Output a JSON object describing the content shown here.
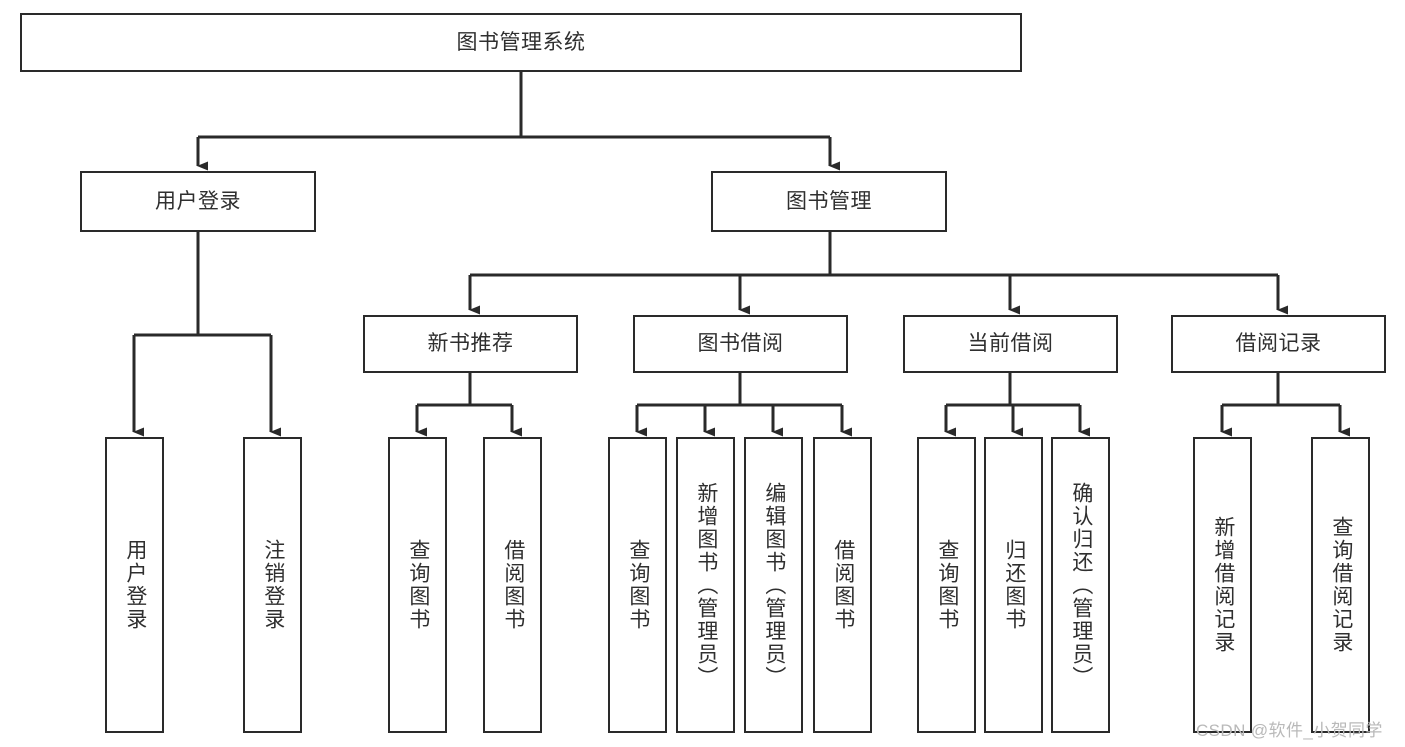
{
  "diagram": {
    "title": "图书管理系统",
    "type": "tree-hierarchy",
    "root": {
      "id": "root",
      "label": "图书管理系统"
    },
    "level2": [
      {
        "id": "user-login",
        "label": "用户登录"
      },
      {
        "id": "book-manage",
        "label": "图书管理"
      }
    ],
    "level3": [
      {
        "id": "new-book-recommend",
        "label": "新书推荐",
        "parent": "book-manage"
      },
      {
        "id": "book-borrow",
        "label": "图书借阅",
        "parent": "book-manage"
      },
      {
        "id": "current-borrow",
        "label": "当前借阅",
        "parent": "book-manage"
      },
      {
        "id": "borrow-record",
        "label": "借阅记录",
        "parent": "book-manage"
      }
    ],
    "leaves": [
      {
        "id": "leaf-user-login",
        "label": "用户登录",
        "parent": "user-login"
      },
      {
        "id": "leaf-user-logout",
        "label": "注销登录",
        "parent": "user-login"
      },
      {
        "id": "leaf-query-book-1",
        "label": "查询图书",
        "parent": "new-book-recommend"
      },
      {
        "id": "leaf-borrow-book-1",
        "label": "借阅图书",
        "parent": "new-book-recommend"
      },
      {
        "id": "leaf-query-book-2",
        "label": "查询图书",
        "parent": "book-borrow"
      },
      {
        "id": "leaf-add-book",
        "label": "新增图书（管理员）",
        "parent": "book-borrow"
      },
      {
        "id": "leaf-edit-book",
        "label": "编辑图书（管理员）",
        "parent": "book-borrow"
      },
      {
        "id": "leaf-borrow-book-2",
        "label": "借阅图书",
        "parent": "book-borrow"
      },
      {
        "id": "leaf-query-book-3",
        "label": "查询图书",
        "parent": "current-borrow"
      },
      {
        "id": "leaf-return-book",
        "label": "归还图书",
        "parent": "current-borrow"
      },
      {
        "id": "leaf-confirm-return",
        "label": "确认归还（管理员）",
        "parent": "current-borrow"
      },
      {
        "id": "leaf-add-record",
        "label": "新增借阅记录",
        "parent": "borrow-record"
      },
      {
        "id": "leaf-query-record",
        "label": "查询借阅记录",
        "parent": "borrow-record"
      }
    ],
    "watermark": "CSDN @软件_小贺同学",
    "colors": {
      "stroke": "#2a2a2a",
      "fill": "#ffffff",
      "text": "#2f2f2f",
      "watermark": "#b9b9b9"
    }
  }
}
